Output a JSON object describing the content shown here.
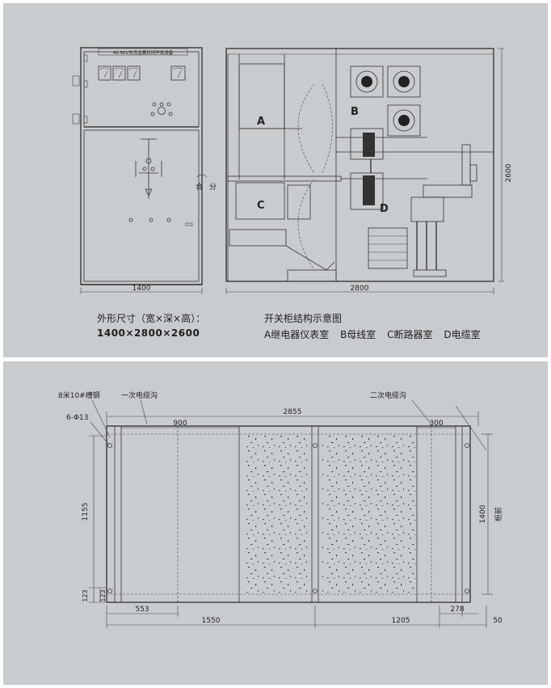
{
  "top": {
    "cabinet_plate": "40.5KV交流金属封闭开关设备",
    "switch_labels": {
      "close": "合",
      "open": "分"
    },
    "front_width": "1400",
    "depth": "2800",
    "height": "2600",
    "compartment_letters": {
      "A": "A",
      "B": "B",
      "C": "C",
      "D": "D"
    },
    "size_caption_label": "外形尺寸（宽×深×高）：",
    "size_caption_value": "1400×2800×2600",
    "structure_caption_title": "开关柜结构示意图",
    "legend": [
      {
        "letter": "A",
        "text": "继电器仪表室"
      },
      {
        "letter": "B",
        "text": "母线室"
      },
      {
        "letter": "C",
        "text": "断路器室"
      },
      {
        "letter": "D",
        "text": "电缆室"
      }
    ]
  },
  "bottom": {
    "channel_steel_label": "8米10#槽钢",
    "bolt_hole_label": "6-Φ13",
    "primary_trench_label": "一次电缆沟",
    "secondary_trench_label": "二次电缆沟",
    "dim_total": "2855",
    "dim_primary_trench": "900",
    "dim_secondary_trench": "300",
    "dim_left_1155": "1155",
    "dim_left_123_a": "123",
    "dim_left_123_b": "123",
    "dim_553": "553",
    "dim_1550": "1550",
    "dim_1205": "1205",
    "dim_278": "278",
    "dim_1400": "1400",
    "dim_50": "50",
    "front_label": "柜前"
  }
}
